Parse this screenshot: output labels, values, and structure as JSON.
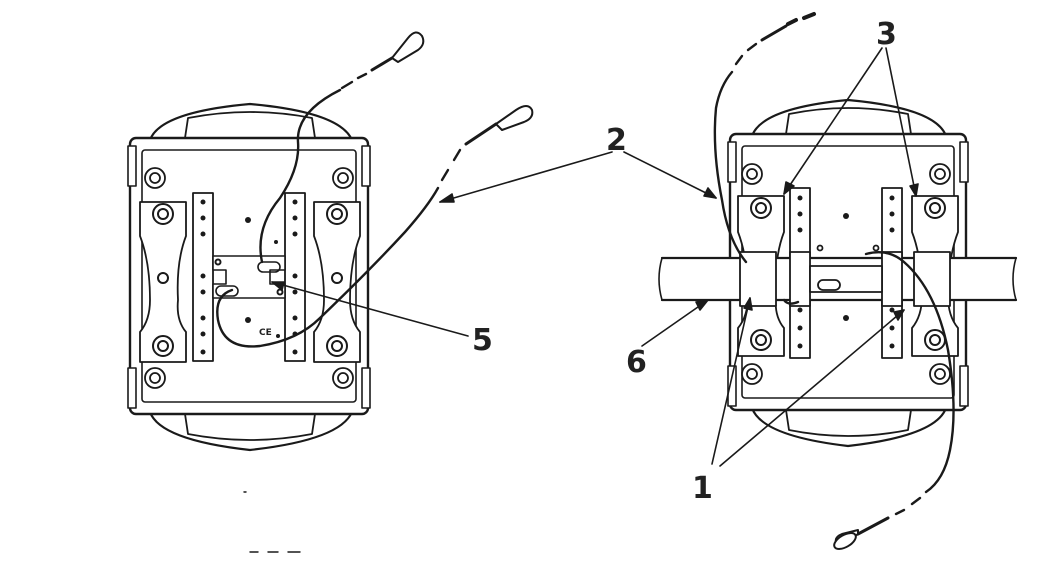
{
  "callouts": {
    "label_1": "1",
    "label_2": "2",
    "label_3": "3",
    "label_5": "5",
    "label_6": "6"
  },
  "colors": {
    "line": "#1a1a1a",
    "fill": "#ffffff"
  }
}
